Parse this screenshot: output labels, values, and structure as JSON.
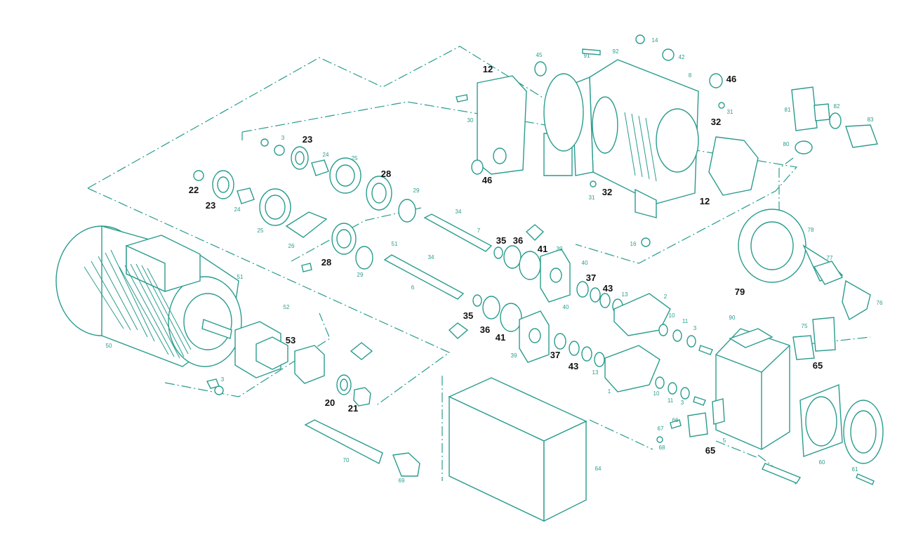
{
  "colors": {
    "line": "#2a9c8e",
    "label": "#2a9c8e",
    "callout": "#111111",
    "background": "#ffffff"
  },
  "labels": {
    "p1": "1",
    "p2": "2",
    "p3a": "3",
    "p3b": "3",
    "p3c": "3",
    "p3d": "3",
    "p5": "5",
    "p6": "6",
    "p7": "7",
    "p8": "8",
    "p10a": "10",
    "p10b": "10",
    "p11a": "11",
    "p11b": "11",
    "p12a": "12",
    "p12b": "12",
    "p13a": "13",
    "p13b": "13",
    "p14": "14",
    "p16": "16",
    "p20": "20",
    "p21": "21",
    "p22": "22",
    "p23a": "23",
    "p23b": "23",
    "p24a": "24",
    "p24b": "24",
    "p25a": "25",
    "p25b": "25",
    "p26": "26",
    "p28a": "28",
    "p28b": "28",
    "p29a": "29",
    "p29b": "29",
    "p30": "30",
    "p31a": "31",
    "p31b": "31",
    "p32a": "32",
    "p32b": "32",
    "p34a": "34",
    "p34b": "34",
    "p35a": "35",
    "p35b": "35",
    "p36a": "36",
    "p36b": "36",
    "p37a": "37",
    "p37b": "37",
    "p39a": "39",
    "p39b": "39",
    "p40a": "40",
    "p40b": "40",
    "p41a": "41",
    "p41b": "41",
    "p42": "42",
    "p43a": "43",
    "p43b": "43",
    "p45": "45",
    "p46a": "46",
    "p46b": "46",
    "p50": "50",
    "p51a": "51",
    "p51b": "51",
    "p52": "52",
    "p53": "53",
    "p60": "60",
    "p61": "61",
    "p64": "64",
    "p65a": "65",
    "p65b": "65",
    "p66": "66",
    "p67": "67",
    "p68": "68",
    "p69": "69",
    "p70": "70",
    "p75": "75",
    "p76": "76",
    "p77": "77",
    "p78": "78",
    "p79": "79",
    "p80": "80",
    "p81": "81",
    "p82": "82",
    "p83": "83",
    "p90": "90",
    "p91": "91",
    "p92": "92"
  }
}
